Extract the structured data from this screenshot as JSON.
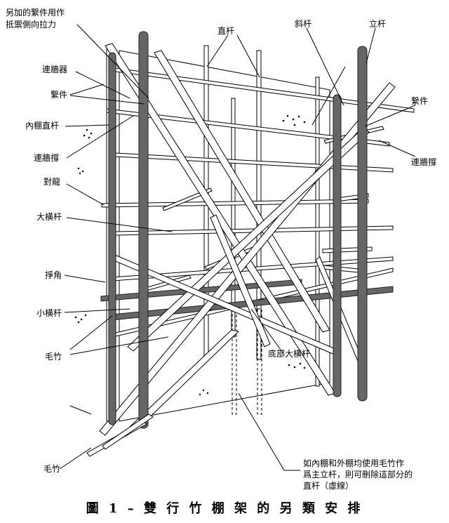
{
  "labels": {
    "extra_ties": [
      "另加的繫件用作",
      "抵禦側向拉力"
    ],
    "wall_connector": "連牆器",
    "tie_left": "繫件",
    "inner_standard": "內棚直杆",
    "wall_brace_left": "連牆撐",
    "cross_brace": "對龍",
    "ledger": "大橫杆",
    "corner_brace": "掙角",
    "transom": "小橫杆",
    "bamboo_mid": "毛竹",
    "bamboo_bottom": "毛竹",
    "standard": "直杆",
    "diagonal": "斜杆",
    "upright": "立杆",
    "tie_right": "繫件",
    "wall_brace_right": "連牆撐",
    "bottom_ledger": "底部大橫杆",
    "note": [
      "如內棚和外棚均使用毛竹作",
      "爲主立杆，則可刪除這部分的",
      "直杆（虛線）"
    ]
  },
  "caption": "圖 1 – 雙 行 竹 棚 架 的 另 類 安 排"
}
